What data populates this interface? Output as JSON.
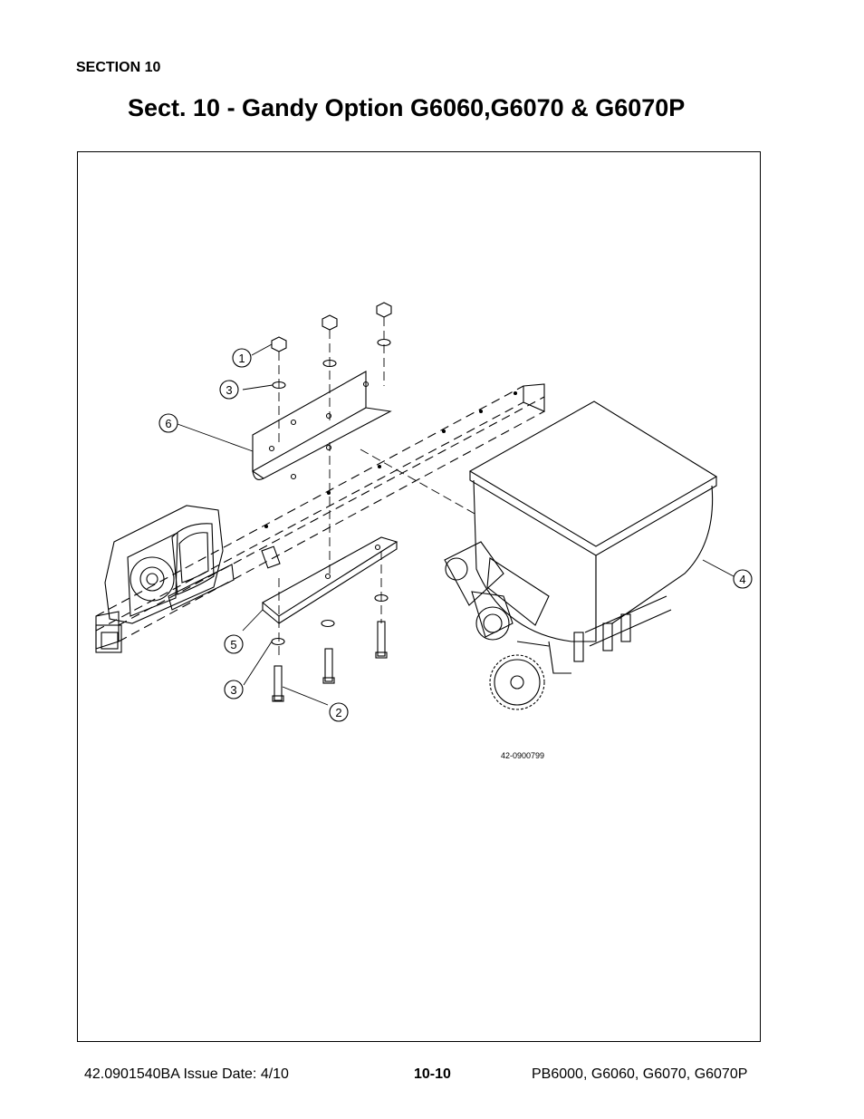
{
  "header": {
    "section": "SECTION 10",
    "title": "Sect. 10 - Gandy Option G6060,G6070 & G6070P"
  },
  "figure": {
    "drawing_number": "42-0900799",
    "callouts": [
      "1",
      "3",
      "6",
      "4",
      "5",
      "3",
      "2"
    ]
  },
  "footer": {
    "doc_number": "42.0901540BA  Issue Date: 4/10",
    "page_number": "10-10",
    "models": "PB6000, G6060, G6070, G6070P"
  }
}
